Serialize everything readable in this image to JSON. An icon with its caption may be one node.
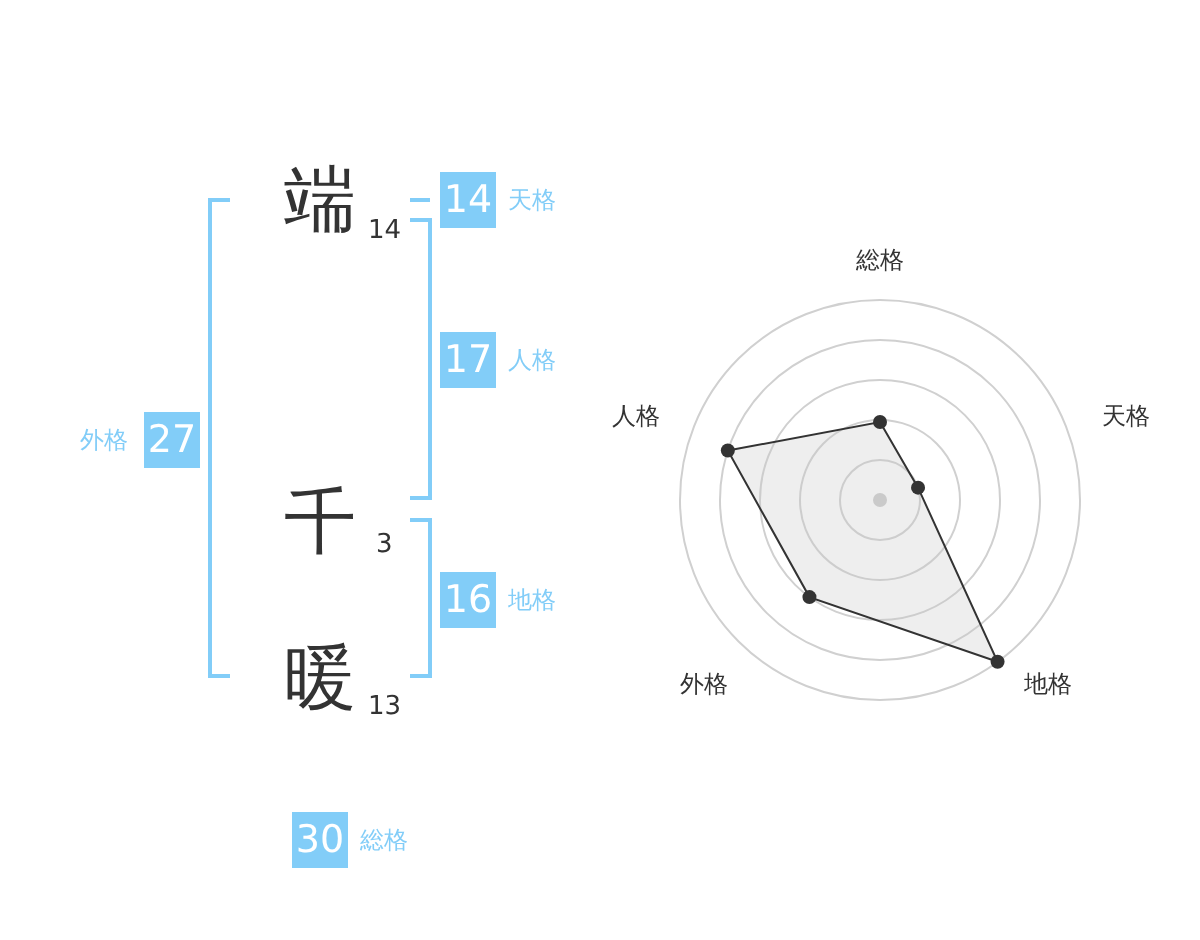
{
  "diagram": {
    "nodes": [
      {
        "text": [
          "14"
        ],
        "beside": [
          "天格"
        ]
      },
      {
        "text": [
          "17"
        ],
        "beside": [
          "人格"
        ]
      },
      {
        "text": [
          "27"
        ],
        "beside": [
          "外格"
        ]
      },
      {
        "text": [
          "16"
        ],
        "beside": [
          "地格"
        ]
      },
      {
        "text": [
          "30"
        ],
        "beside": [
          "総格"
        ]
      }
    ],
    "labels": [
      "端",
      "14",
      "千",
      "3",
      "暖",
      "13",
      "総格",
      "人格",
      "天格",
      "外格",
      "地格"
    ]
  }
}
